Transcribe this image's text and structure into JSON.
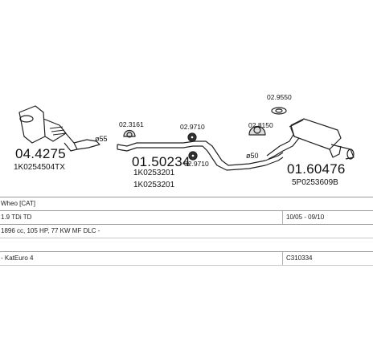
{
  "parts": [
    {
      "number": "04.4275",
      "oem": "1K0254504TX"
    },
    {
      "number": "01.50234",
      "oem": [
        "1K0253201",
        "1K0253201"
      ]
    },
    {
      "number": "01.60476",
      "oem": "5P0253609B"
    }
  ],
  "fittings": [
    "02.3161",
    "02.9710",
    "02.9710",
    "02.8150",
    "02.9550"
  ],
  "diameters": [
    "ø55",
    "ø50"
  ],
  "info": {
    "model": "Wheo [CAT]",
    "engine": "1.9 TDi TD",
    "engine_details": "1896 cc, 105 HP, 77 KW MF DLC -",
    "years": "10/05 - 09/10",
    "emission": "- KatEuro 4",
    "code": "C310334"
  }
}
